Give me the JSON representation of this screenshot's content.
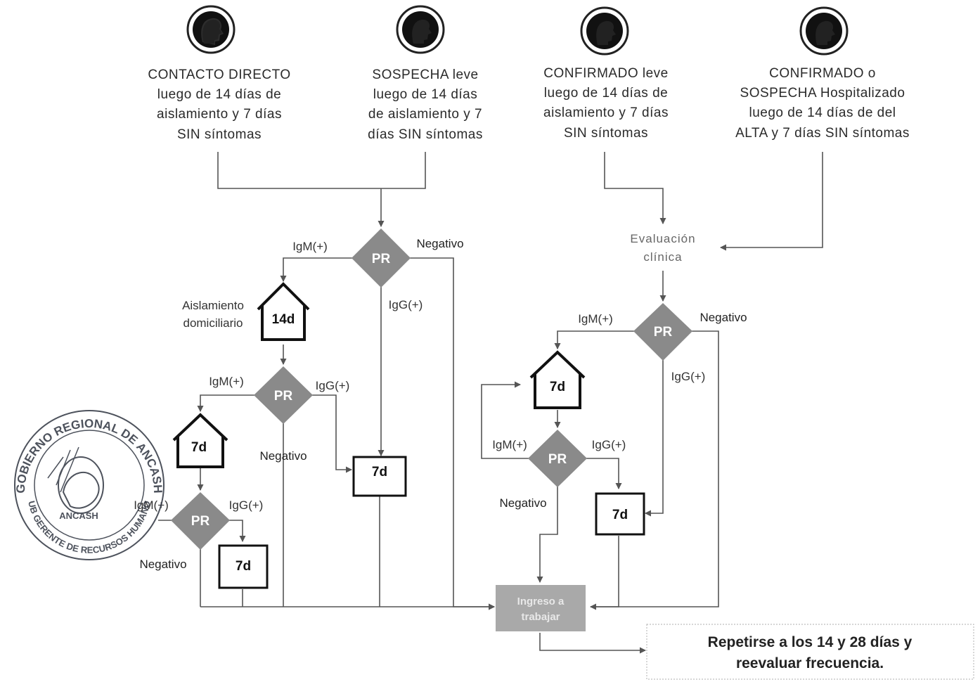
{
  "entries": [
    {
      "lines": [
        "CONTACTO DIRECTO",
        "luego de 14 días de",
        "aislamiento y 7 días",
        "SIN síntomas"
      ]
    },
    {
      "lines": [
        "SOSPECHA leve",
        "luego de 14 días",
        "de aislamiento y 7",
        "días SIN síntomas"
      ]
    },
    {
      "lines": [
        "CONFIRMADO leve",
        "luego de 14 días de",
        "aislamiento y 7 días",
        "SIN síntomas"
      ]
    },
    {
      "lines": [
        "CONFIRMADO o",
        "SOSPECHA Hospitalizado",
        "luego de 14 días de del",
        "ALTA y 7 días SIN síntomas"
      ]
    }
  ],
  "labels": {
    "pr": "PR",
    "igm": "IgM(+)",
    "igg": "IgG(+)",
    "negativo": "Negativo",
    "d14": "14d",
    "d7": "7d",
    "aislamiento_1": "Aislamiento",
    "aislamiento_2": "domiciliario",
    "evaluacion_1": "Evaluación",
    "evaluacion_2": "clínica",
    "ingreso_1": "Ingreso a",
    "ingreso_2": "trabajar"
  },
  "note": {
    "line1": "Repetirse a los 14 y 28 días y",
    "line2": "reevaluar frecuencia."
  },
  "stamp": {
    "top": "GOBIERNO REGIONAL DE ANCASH",
    "bottom": "SUB GERENTE DE RECURSOS HUMANOS",
    "center": "ANCASH"
  },
  "colors": {
    "diamond": "#8a8a8a",
    "line": "#555555",
    "ingreso": "#a9a9a9",
    "stamp": "#2e3440"
  }
}
